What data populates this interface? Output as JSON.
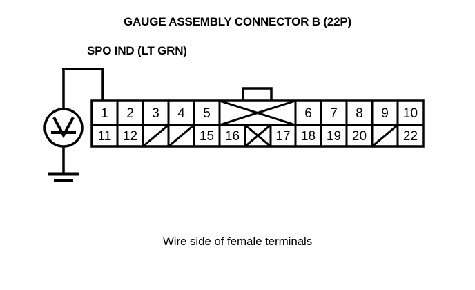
{
  "diagram": {
    "title": "GAUGE ASSEMBLY CONNECTOR B (22P)",
    "wire_label": "SPO IND (LT GRN)",
    "caption": "Wire side of female terminals",
    "line_color": "#000000",
    "background_color": "#ffffff",
    "meter": {
      "symbol": "V",
      "type": "dc-voltmeter-icon",
      "name": "voltmeter"
    },
    "ground": {
      "name": "ground-symbol"
    },
    "probe": {
      "from": "voltmeter",
      "to_terminal": "1"
    },
    "connector": {
      "pin_count": "22P",
      "latch_tab": true,
      "top_row": [
        {
          "label": "1",
          "state": "pin"
        },
        {
          "label": "2",
          "state": "pin"
        },
        {
          "label": "3",
          "state": "pin"
        },
        {
          "label": "4",
          "state": "pin"
        },
        {
          "label": "5",
          "state": "pin"
        },
        {
          "label": "",
          "state": "crossed-wide"
        },
        {
          "label": "6",
          "state": "pin"
        },
        {
          "label": "7",
          "state": "pin"
        },
        {
          "label": "8",
          "state": "pin"
        },
        {
          "label": "9",
          "state": "pin"
        },
        {
          "label": "10",
          "state": "pin"
        }
      ],
      "bottom_row": [
        {
          "label": "11",
          "state": "pin"
        },
        {
          "label": "12",
          "state": "pin"
        },
        {
          "label": "",
          "state": "slashed"
        },
        {
          "label": "",
          "state": "slashed"
        },
        {
          "label": "15",
          "state": "pin"
        },
        {
          "label": "16",
          "state": "pin"
        },
        {
          "label": "",
          "state": "crossed"
        },
        {
          "label": "17",
          "state": "pin"
        },
        {
          "label": "18",
          "state": "pin"
        },
        {
          "label": "19",
          "state": "pin"
        },
        {
          "label": "20",
          "state": "pin"
        },
        {
          "label": "",
          "state": "slashed"
        },
        {
          "label": "22",
          "state": "pin"
        }
      ]
    }
  }
}
